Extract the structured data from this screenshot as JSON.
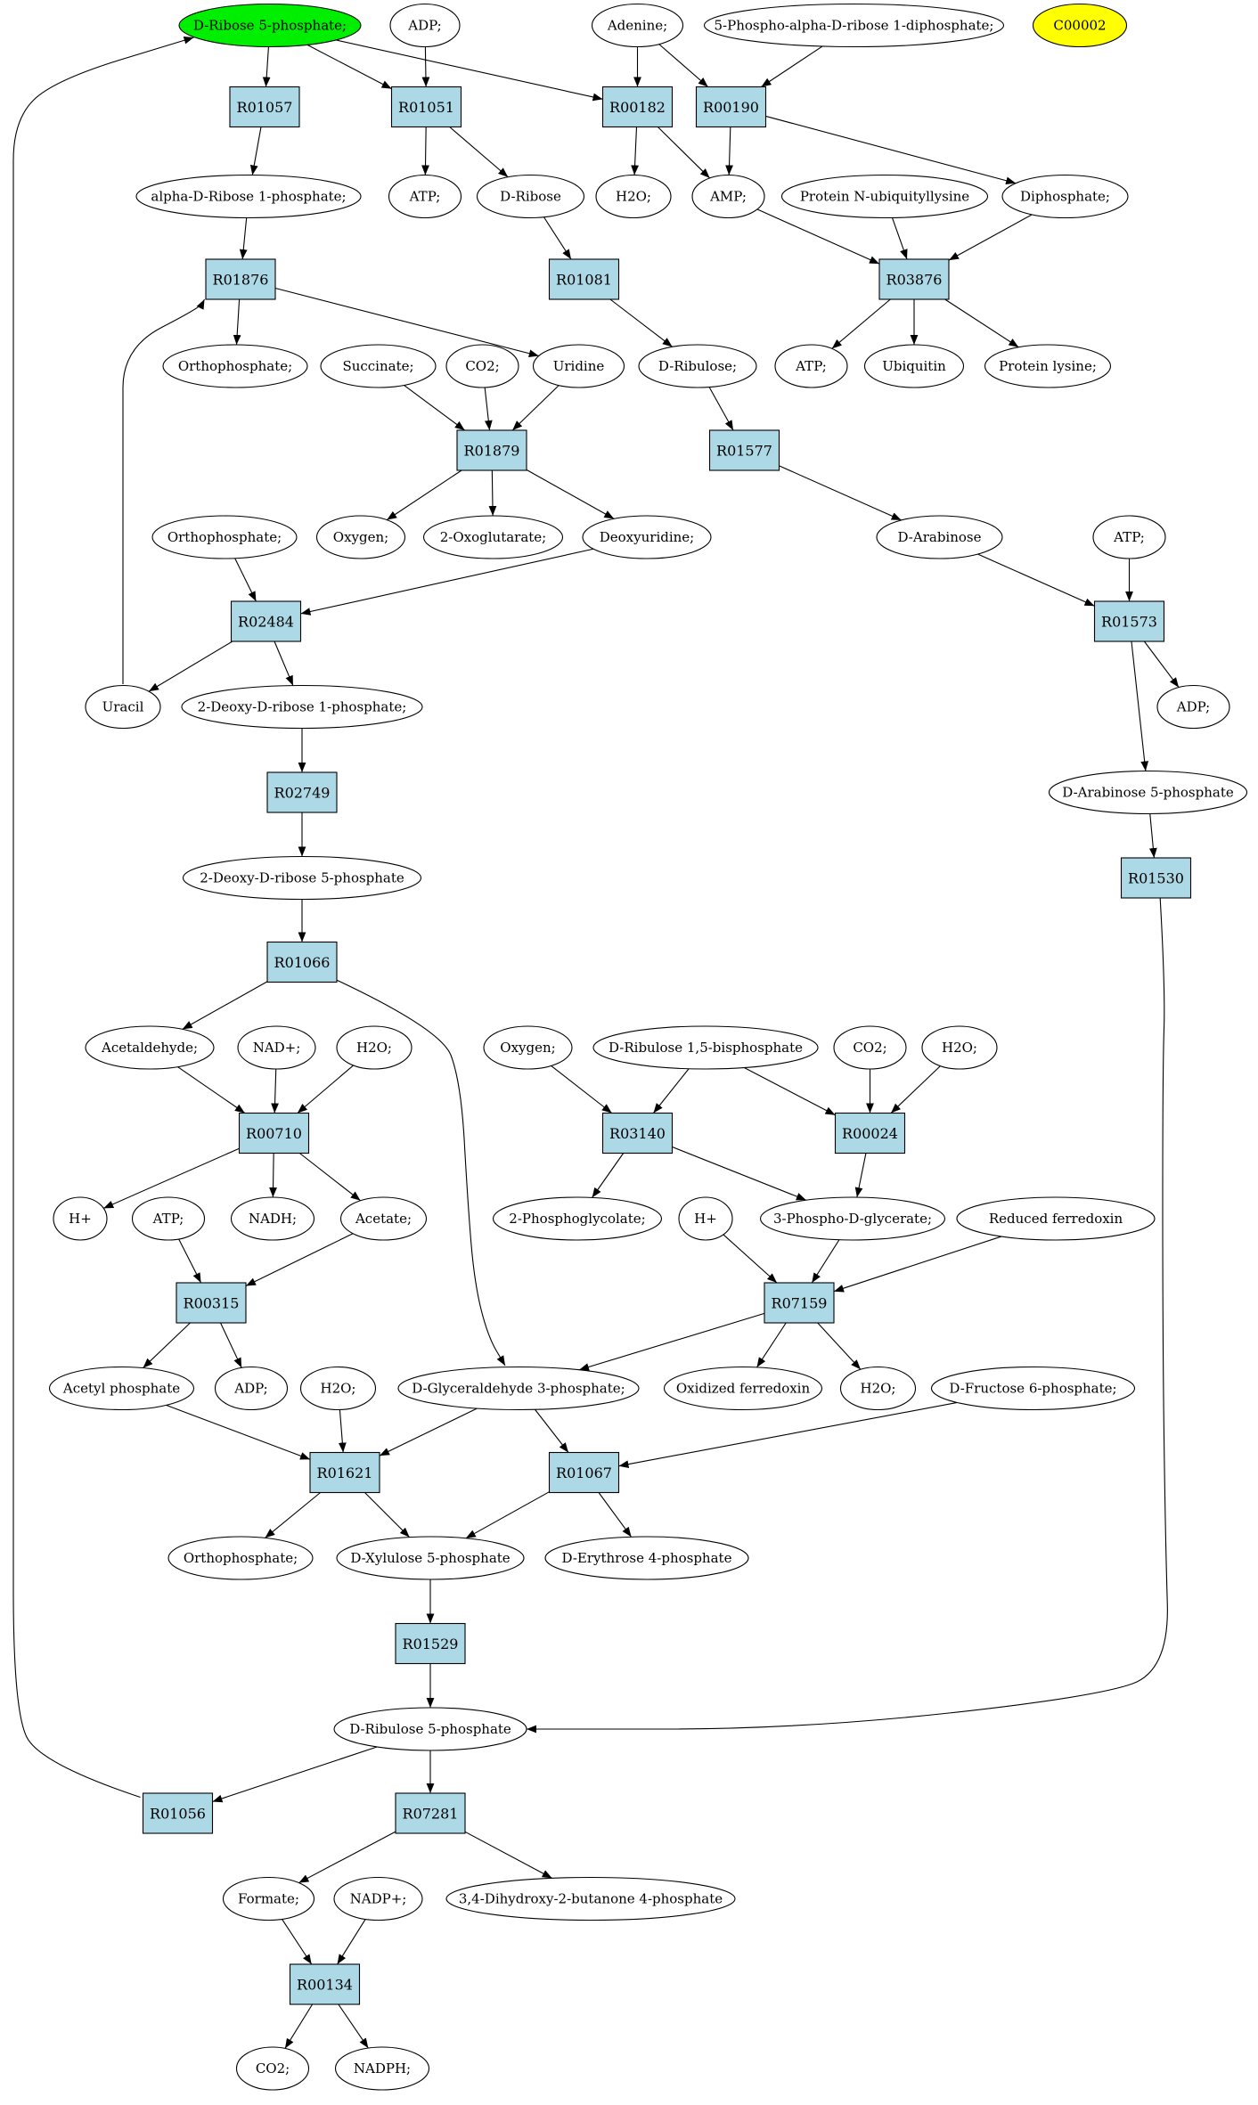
{
  "colors": {
    "reaction_fill": "#add8e6",
    "start_compound_fill": "#00ee00",
    "highlight_compound_fill": "#ffff00",
    "compound_fill": "#ffffff"
  },
  "reactions": [
    {
      "id": "r01057",
      "label": "R01057"
    },
    {
      "id": "r01051",
      "label": "R01051"
    },
    {
      "id": "r00182",
      "label": "R00182"
    },
    {
      "id": "r00190",
      "label": "R00190"
    },
    {
      "id": "r01876",
      "label": "R01876"
    },
    {
      "id": "r01081",
      "label": "R01081"
    },
    {
      "id": "r03876",
      "label": "R03876"
    },
    {
      "id": "r01879",
      "label": "R01879"
    },
    {
      "id": "r01577",
      "label": "R01577"
    },
    {
      "id": "r02484",
      "label": "R02484"
    },
    {
      "id": "r01573",
      "label": "R01573"
    },
    {
      "id": "r02749",
      "label": "R02749"
    },
    {
      "id": "r01530",
      "label": "R01530"
    },
    {
      "id": "r01066",
      "label": "R01066"
    },
    {
      "id": "r00710",
      "label": "R00710"
    },
    {
      "id": "r03140",
      "label": "R03140"
    },
    {
      "id": "r00024",
      "label": "R00024"
    },
    {
      "id": "r00315",
      "label": "R00315"
    },
    {
      "id": "r07159",
      "label": "R07159"
    },
    {
      "id": "r01621",
      "label": "R01621"
    },
    {
      "id": "r01067",
      "label": "R01067"
    },
    {
      "id": "r01529",
      "label": "R01529"
    },
    {
      "id": "r01056",
      "label": "R01056"
    },
    {
      "id": "r07281",
      "label": "R07281"
    },
    {
      "id": "r00134",
      "label": "R00134"
    }
  ],
  "compounds": [
    {
      "id": "c_ribose5p",
      "label": "D-Ribose 5-phosphate;",
      "role": "start"
    },
    {
      "id": "c_adp_top",
      "label": "ADP;"
    },
    {
      "id": "c_adenine",
      "label": "Adenine;"
    },
    {
      "id": "c_prpp",
      "label": "5-Phospho-alpha-D-ribose 1-diphosphate;"
    },
    {
      "id": "c_c00002",
      "label": "C00002",
      "role": "highlight"
    },
    {
      "id": "c_ar1p",
      "label": "alpha-D-Ribose 1-phosphate;"
    },
    {
      "id": "c_atp_1",
      "label": "ATP;"
    },
    {
      "id": "c_dribose",
      "label": "D-Ribose"
    },
    {
      "id": "c_h2o_1",
      "label": "H2O;"
    },
    {
      "id": "c_amp",
      "label": "AMP;"
    },
    {
      "id": "c_pnub",
      "label": "Protein N-ubiquityllysine"
    },
    {
      "id": "c_diphos",
      "label": "Diphosphate;"
    },
    {
      "id": "c_orthop_1",
      "label": "Orthophosphate;"
    },
    {
      "id": "c_succinate",
      "label": "Succinate;"
    },
    {
      "id": "c_co2_1",
      "label": "CO2;"
    },
    {
      "id": "c_uridine",
      "label": "Uridine"
    },
    {
      "id": "c_dribulose",
      "label": "D-Ribulose;"
    },
    {
      "id": "c_atp_2",
      "label": "ATP;"
    },
    {
      "id": "c_ubiquitin",
      "label": "Ubiquitin"
    },
    {
      "id": "c_plys",
      "label": "Protein lysine;"
    },
    {
      "id": "c_orthop_2",
      "label": "Orthophosphate;"
    },
    {
      "id": "c_oxygen_1",
      "label": "Oxygen;"
    },
    {
      "id": "c_2og",
      "label": "2-Oxoglutarate;"
    },
    {
      "id": "c_deoxyuridine",
      "label": "Deoxyuridine;"
    },
    {
      "id": "c_darabinose",
      "label": "D-Arabinose"
    },
    {
      "id": "c_atp_3",
      "label": "ATP;"
    },
    {
      "id": "c_uracil",
      "label": "Uracil"
    },
    {
      "id": "c_2dr1p",
      "label": "2-Deoxy-D-ribose 1-phosphate;"
    },
    {
      "id": "c_adp_2",
      "label": "ADP;"
    },
    {
      "id": "c_da5p",
      "label": "D-Arabinose 5-phosphate"
    },
    {
      "id": "c_2dr5p",
      "label": "2-Deoxy-D-ribose 5-phosphate"
    },
    {
      "id": "c_acetaldehyde",
      "label": "Acetaldehyde;"
    },
    {
      "id": "c_nadp_plus",
      "label": "NAD+;"
    },
    {
      "id": "c_h2o_2",
      "label": "H2O;"
    },
    {
      "id": "c_oxygen_2",
      "label": "Oxygen;"
    },
    {
      "id": "c_rubp",
      "label": "D-Ribulose 1,5-bisphosphate"
    },
    {
      "id": "c_co2_2",
      "label": "CO2;"
    },
    {
      "id": "c_h2o_3",
      "label": "H2O;"
    },
    {
      "id": "c_hplus_1",
      "label": "H+"
    },
    {
      "id": "c_atp_4",
      "label": "ATP;"
    },
    {
      "id": "c_nadh",
      "label": "NADH;"
    },
    {
      "id": "c_acetate",
      "label": "Acetate;"
    },
    {
      "id": "c_2pg",
      "label": "2-Phosphoglycolate;"
    },
    {
      "id": "c_hplus_2",
      "label": "H+"
    },
    {
      "id": "c_3pg",
      "label": "3-Phospho-D-glycerate;"
    },
    {
      "id": "c_redfd",
      "label": "Reduced ferredoxin"
    },
    {
      "id": "c_acetylp",
      "label": "Acetyl phosphate"
    },
    {
      "id": "c_adp_3",
      "label": "ADP;"
    },
    {
      "id": "c_h2o_4",
      "label": "H2O;"
    },
    {
      "id": "c_gap",
      "label": "D-Glyceraldehyde 3-phosphate;"
    },
    {
      "id": "c_oxfd",
      "label": "Oxidized ferredoxin"
    },
    {
      "id": "c_h2o_5",
      "label": "H2O;"
    },
    {
      "id": "c_f6p",
      "label": "D-Fructose 6-phosphate;"
    },
    {
      "id": "c_orthop_3",
      "label": "Orthophosphate;"
    },
    {
      "id": "c_xu5p",
      "label": "D-Xylulose 5-phosphate"
    },
    {
      "id": "c_e4p",
      "label": "D-Erythrose 4-phosphate"
    },
    {
      "id": "c_ru5p",
      "label": "D-Ribulose 5-phosphate"
    },
    {
      "id": "c_formate",
      "label": "Formate;"
    },
    {
      "id": "c_nadp",
      "label": "NADP+;"
    },
    {
      "id": "c_dhbp",
      "label": "3,4-Dihydroxy-2-butanone 4-phosphate"
    },
    {
      "id": "c_co2_3",
      "label": "CO2;"
    },
    {
      "id": "c_nadph",
      "label": "NADPH;"
    }
  ]
}
